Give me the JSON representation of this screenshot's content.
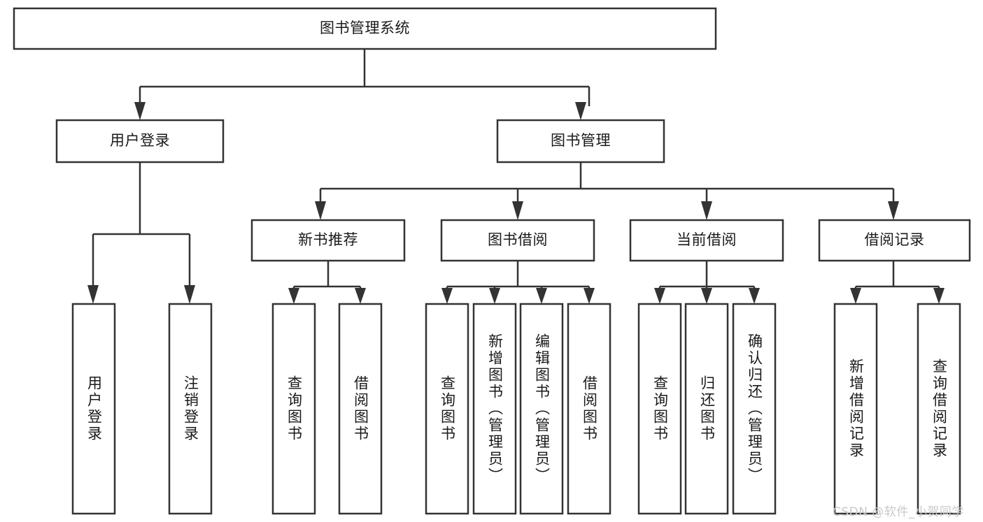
{
  "diagram": {
    "type": "tree-hierarchy-diagram",
    "title": "图书管理系统",
    "style": {
      "box_fill": "#ffffff",
      "box_stroke": "#333333",
      "text_color": "#1a1a1a",
      "background": "#ffffff",
      "watermark_color": "#c9c9c9"
    },
    "root": {
      "label": "图书管理系统",
      "orientation": "horizontal"
    },
    "level2": [
      {
        "label": "用户登录",
        "orientation": "horizontal"
      },
      {
        "label": "图书管理",
        "orientation": "horizontal"
      }
    ],
    "level3": [
      {
        "label": "新书推荐",
        "orientation": "horizontal",
        "parent": "图书管理"
      },
      {
        "label": "图书借阅",
        "orientation": "horizontal",
        "parent": "图书管理"
      },
      {
        "label": "当前借阅",
        "orientation": "horizontal",
        "parent": "图书管理"
      },
      {
        "label": "借阅记录",
        "orientation": "horizontal",
        "parent": "图书管理"
      }
    ],
    "leaves": [
      {
        "label": "用户登录",
        "orientation": "vertical",
        "parent": "用户登录"
      },
      {
        "label": "注销登录",
        "orientation": "vertical",
        "parent": "用户登录"
      },
      {
        "label": "查询图书",
        "orientation": "vertical",
        "parent": "新书推荐"
      },
      {
        "label": "借阅图书",
        "orientation": "vertical",
        "parent": "新书推荐"
      },
      {
        "label": "查询图书",
        "orientation": "vertical",
        "parent": "图书借阅"
      },
      {
        "label": "新增图书（管理员）",
        "orientation": "vertical",
        "parent": "图书借阅"
      },
      {
        "label": "编辑图书（管理员）",
        "orientation": "vertical",
        "parent": "图书借阅"
      },
      {
        "label": "借阅图书",
        "orientation": "vertical",
        "parent": "图书借阅"
      },
      {
        "label": "查询图书",
        "orientation": "vertical",
        "parent": "当前借阅"
      },
      {
        "label": "归还图书",
        "orientation": "vertical",
        "parent": "当前借阅"
      },
      {
        "label": "确认归还（管理员）",
        "orientation": "vertical",
        "parent": "当前借阅"
      },
      {
        "label": "新增借阅记录",
        "orientation": "vertical",
        "parent": "借阅记录"
      },
      {
        "label": "查询借阅记录",
        "orientation": "vertical",
        "parent": "借阅记录"
      }
    ],
    "watermark": "CSDN @软件_小贺同学"
  }
}
